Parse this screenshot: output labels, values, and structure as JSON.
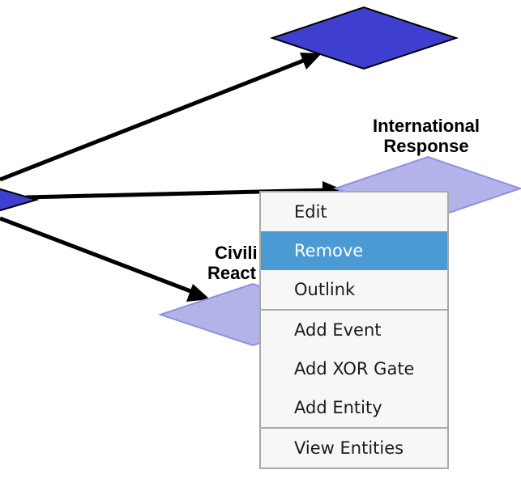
{
  "colors": {
    "dark_node": "#3f3fcf",
    "light_node": "#b3b3ea",
    "light_node_stroke": "#8f8fe6",
    "menu_highlight": "#4a9bd4",
    "menu_bg": "#f7f7f7",
    "menu_border": "#a9a9a9"
  },
  "diagram": {
    "nodes": {
      "international_response": {
        "label_line1": "International",
        "label_line2": "Response"
      },
      "civilian_reaction": {
        "label_line1": "Civili",
        "label_line2": "React"
      }
    }
  },
  "context_menu": {
    "groups": [
      {
        "items": [
          {
            "label": "Edit",
            "highlighted": false
          },
          {
            "label": "Remove",
            "highlighted": true
          },
          {
            "label": "Outlink",
            "highlighted": false
          }
        ]
      },
      {
        "items": [
          {
            "label": "Add Event",
            "highlighted": false
          },
          {
            "label": "Add XOR Gate",
            "highlighted": false
          },
          {
            "label": "Add Entity",
            "highlighted": false
          }
        ]
      },
      {
        "items": [
          {
            "label": "View Entities",
            "highlighted": false
          }
        ]
      }
    ]
  }
}
